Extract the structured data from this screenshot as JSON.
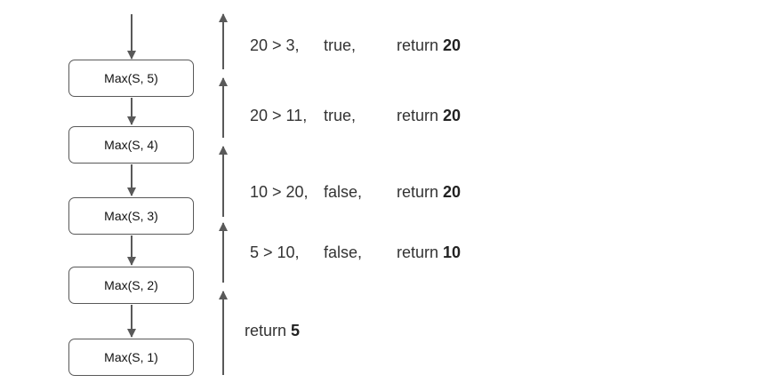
{
  "colors": {
    "arrow": "#595959",
    "box_border": "#595959",
    "text": "#333333"
  },
  "calls": [
    {
      "label": "Max(S, 5)"
    },
    {
      "label": "Max(S, 4)"
    },
    {
      "label": "Max(S, 3)"
    },
    {
      "label": "Max(S, 2)"
    },
    {
      "label": "Max(S, 1)"
    }
  ],
  "returns": [
    {
      "comparison": "20 > 3,",
      "result": "true,",
      "return_word": "return",
      "value": "20"
    },
    {
      "comparison": "20 > 11,",
      "result": "true,",
      "return_word": "return",
      "value": "20"
    },
    {
      "comparison": "10 > 20,",
      "result": "false,",
      "return_word": "return",
      "value": "20"
    },
    {
      "comparison": "5 > 10,",
      "result": "false,",
      "return_word": "return",
      "value": "10"
    },
    {
      "return_word": "return",
      "value": "5"
    }
  ]
}
